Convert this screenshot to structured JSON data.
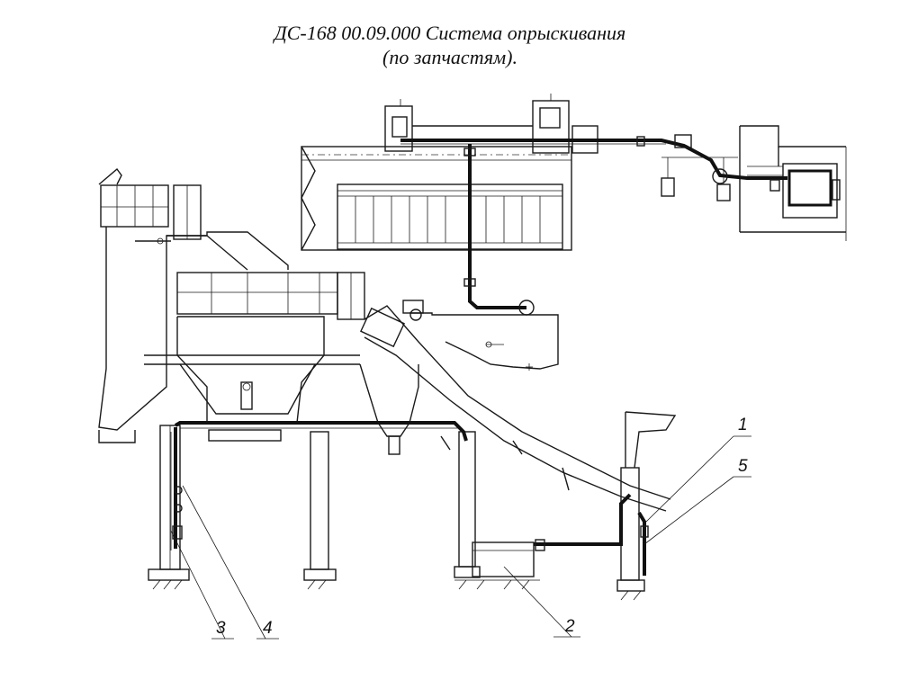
{
  "title": {
    "line1": "ДС-168 00.09.000 Система опрыскивания",
    "line2": "(по запчастям)."
  },
  "callouts": [
    {
      "id": "callout-1",
      "label": "1"
    },
    {
      "id": "callout-2",
      "label": "2"
    },
    {
      "id": "callout-3",
      "label": "3"
    },
    {
      "id": "callout-4",
      "label": "4"
    },
    {
      "id": "callout-5",
      "label": "5"
    }
  ]
}
